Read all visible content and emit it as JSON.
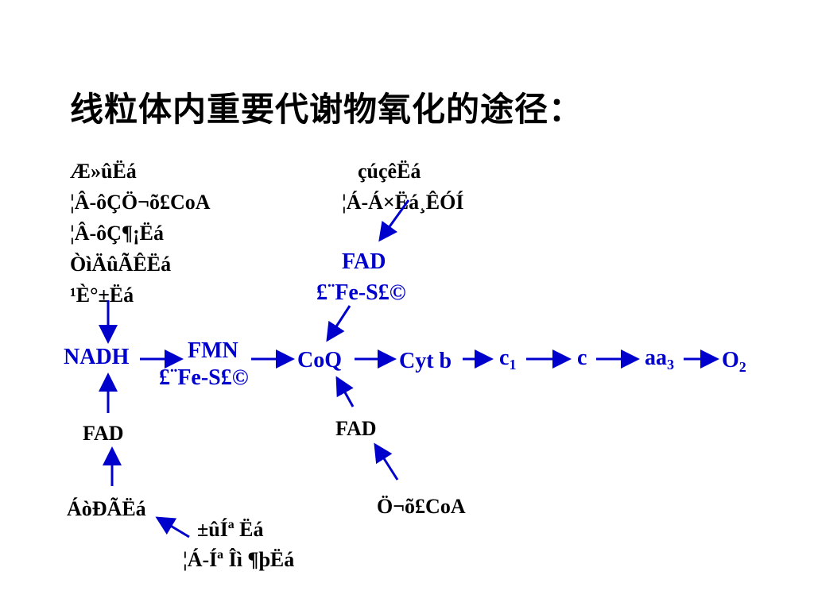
{
  "title": "线粒体内重要代谢物氧化的途径：",
  "left_substrates": [
    "Æ»ûËá",
    "¦Â-ôÇÖ¬õ£CoA",
    "¦Â-ôÇ¶¡Ëá",
    "ÒìÄûÃÊËá",
    "¹È°±Ëá"
  ],
  "right_substrates": [
    "çúçêËá",
    "¦Á-Á×Ëá¸ÊÓÍ"
  ],
  "fad_top": "FAD",
  "fe_s_top": "£¨Fe-S£©",
  "chain": {
    "nadh": "NADH",
    "fmn": "FMN",
    "fe_s_mid": "£¨Fe-S£©",
    "coq": "CoQ",
    "cytb": "Cyt b",
    "c1_main": "c",
    "c1_sub": "1",
    "c": "c",
    "aa3_main": "aa",
    "aa3_sub": "3",
    "o2_main": "O",
    "o2_sub": "2"
  },
  "fad_left": "FAD",
  "substrate_bottom_left": "ÁòÐÃËá",
  "bottom_center": [
    "±ûÍª Ëá",
    "¦Á-Íª Îì ¶þËá"
  ],
  "fad_bottom_right": "FAD",
  "substrate_bottom_right": "Ö¬õ£CoA",
  "colors": {
    "blue": "#0000cc",
    "black": "#000000"
  }
}
